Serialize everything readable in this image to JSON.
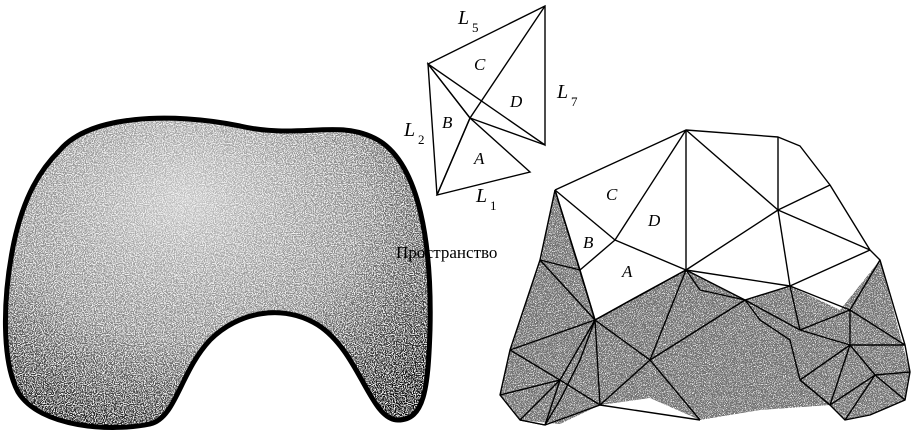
{
  "labels": {
    "space": "Пространство",
    "top_triangle": {
      "A": "A",
      "B": "B",
      "C": "C",
      "D": "D",
      "L1": "L",
      "L1_sub": "1",
      "L2": "L",
      "L2_sub": "2",
      "L5": "L",
      "L5_sub": "5",
      "L7": "L",
      "L7_sub": "7"
    },
    "mesh_triangle": {
      "A": "A",
      "B": "B",
      "C": "C",
      "D": "D"
    }
  },
  "colors": {
    "stroke": "#000000",
    "background": "#ffffff"
  }
}
